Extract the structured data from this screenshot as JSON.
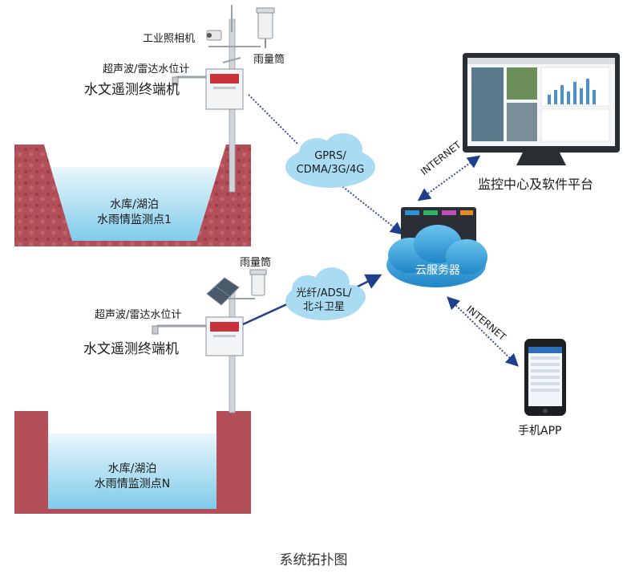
{
  "station1": {
    "camera_label": "工业照相机",
    "rain_gauge_label": "雨量筒",
    "level_meter_label": "超声波/雷达水位计",
    "terminal_label": "水文遥测终端机",
    "site_line1": "水库/湖泊",
    "site_line2": "水雨情监测点1"
  },
  "station2": {
    "rain_gauge_label": "雨量筒",
    "level_meter_label": "超声波/雷达水位计",
    "terminal_label": "水文遥测终端机",
    "site_line1": "水库/湖泊",
    "site_line2": "水雨情监测点N"
  },
  "links": {
    "wireless_line1": "GPRS/",
    "wireless_line2": "CDMA/3G/4G",
    "wired_line1": "光纤/ADSL/",
    "wired_line2": "北斗卫星",
    "internet_monitor": "INTERNET",
    "internet_phone": "INTERNET"
  },
  "server": {
    "label": "云服务器"
  },
  "monitor": {
    "label": "监控中心及软件平台"
  },
  "phone": {
    "label": "手机APP"
  },
  "caption": "系统拓扑图",
  "colors": {
    "soil": "#b2545e",
    "water_top": "#e2f4fb",
    "water_bottom": "#8fd3ee",
    "cloud": "#a9dcf3",
    "dotted_link": "#3b4fa8",
    "cloud_server": "#3aa3dd"
  }
}
